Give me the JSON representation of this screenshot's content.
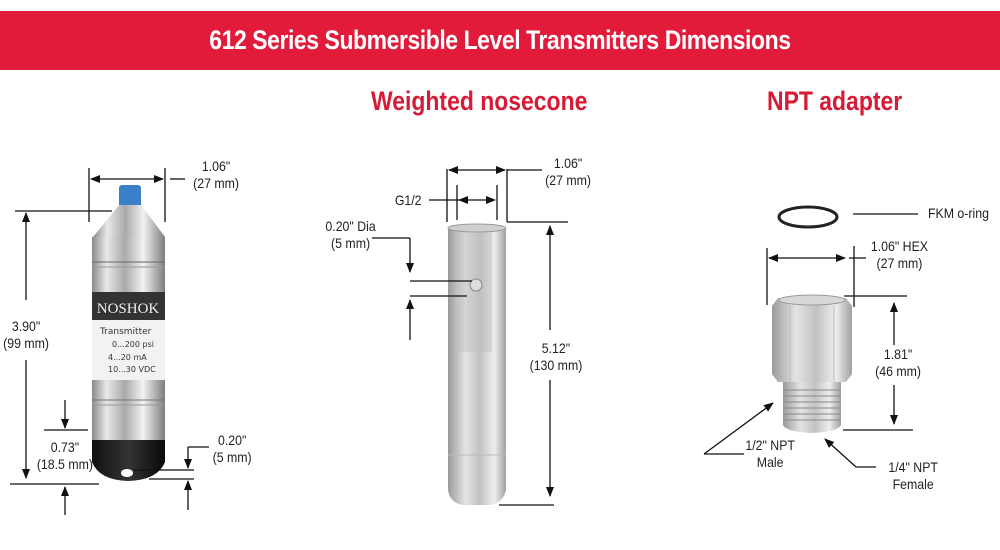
{
  "header": {
    "title": "612 Series Submersible Level Transmitters Dimensions",
    "background_color": "#e21b3a",
    "text_color": "#ffffff"
  },
  "sections": {
    "transmitter": {
      "brand_label": "NOSHOK",
      "label_lines": [
        "Transmitter",
        "0...200 psi",
        "4...20 mA",
        "10...30 VDC"
      ],
      "dimensions": {
        "width": {
          "inch": "1.06\"",
          "mm": "(27 mm)"
        },
        "height": {
          "inch": "3.90\"",
          "mm": "(99 mm)"
        },
        "nose_height": {
          "inch": "0.73\"",
          "mm": "(18.5 mm)"
        },
        "hole_dia": {
          "inch": "0.20\"",
          "mm": "(5 mm)"
        }
      }
    },
    "weighted_nosecone": {
      "title": "Weighted nosecone",
      "title_color": "#d71a36",
      "dimensions": {
        "width": {
          "inch": "1.06\"",
          "mm": "(27 mm)"
        },
        "thread": "G1/2",
        "hole_dia": {
          "inch": "0.20\" Dia",
          "mm": "(5 mm)"
        },
        "length": {
          "inch": "5.12\"",
          "mm": "(130 mm)"
        }
      }
    },
    "npt_adapter": {
      "title": "NPT adapter",
      "title_color": "#d71a36",
      "oring_label": "FKM o-ring",
      "dimensions": {
        "hex": {
          "inch": "1.06\" HEX",
          "mm": "(27 mm)"
        },
        "height": {
          "inch": "1.81\"",
          "mm": "(46 mm)"
        },
        "male": {
          "line1": "1/2\" NPT",
          "line2": "Male"
        },
        "female": {
          "line1": "1/4\" NPT",
          "line2": "Female"
        }
      }
    }
  }
}
